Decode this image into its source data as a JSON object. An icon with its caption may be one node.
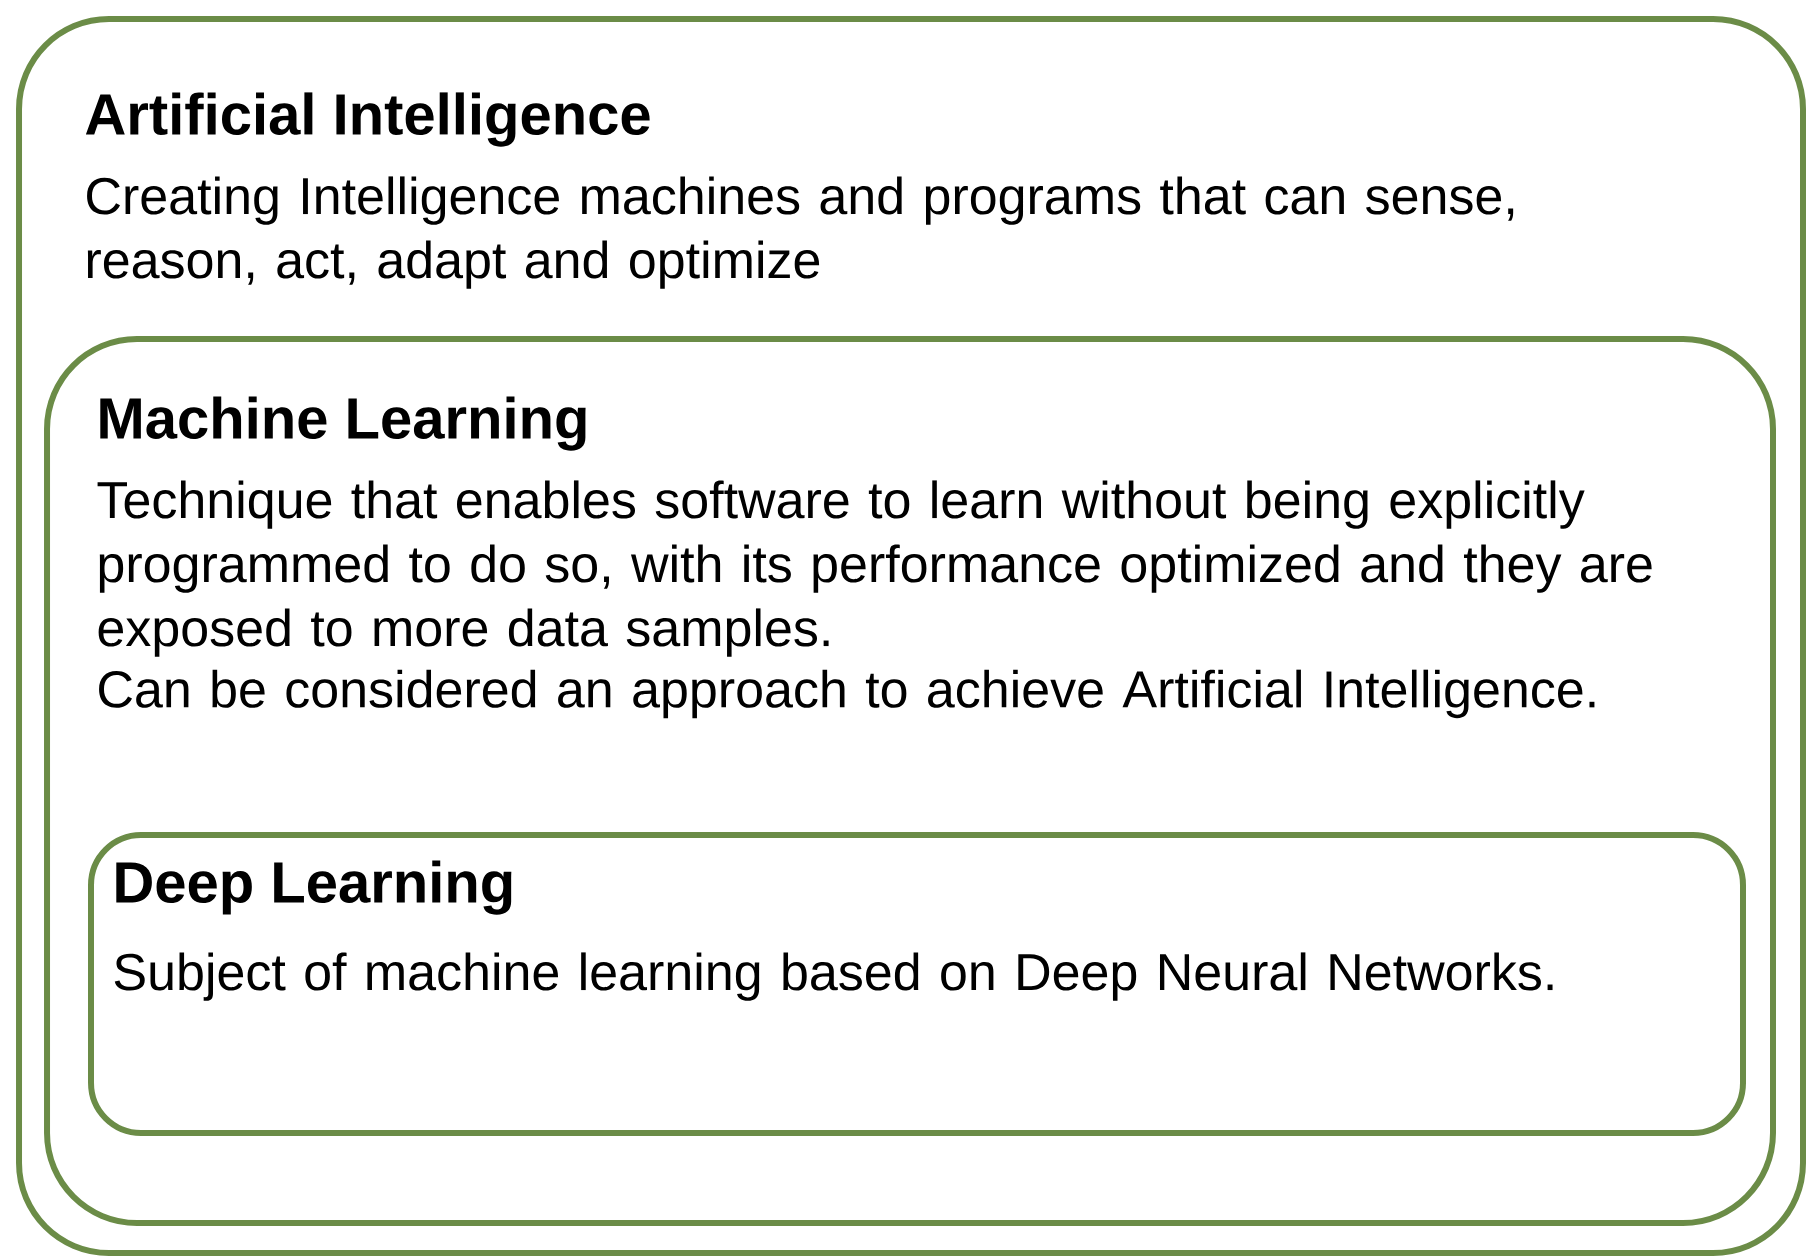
{
  "diagram": {
    "nodes": [
      {
        "text": [
          "Artificial Intelligence",
          "Creating Intelligence machines and programs that can sense, reason, act, adapt and optimize"
        ]
      },
      {
        "text": [
          "Machine Learning",
          "Technique that enables software to learn without being explicitly programmed to do so, with its performance optimized and they are exposed to more data samples.",
          "Can be considered an approach to achieve Artificial Intelligence."
        ],
        "in": 0
      },
      {
        "text": [
          "Deep Learning",
          "Subject of machine learning based on Deep Neural Networks."
        ],
        "in": 1
      }
    ]
  }
}
